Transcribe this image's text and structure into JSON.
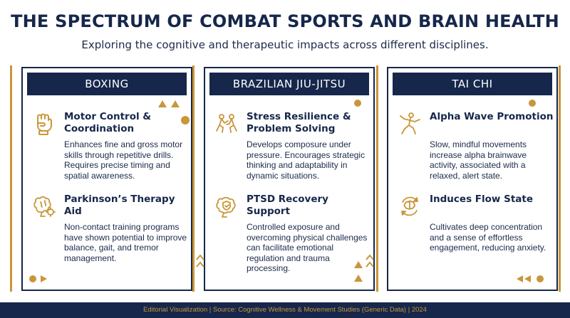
{
  "header": {
    "title": "THE SPECTRUM OF COMBAT SPORTS AND BRAIN HEALTH",
    "subtitle": "Exploring the cognitive and therapeutic impacts across different disciplines."
  },
  "cards": [
    {
      "title": "BOXING",
      "items": [
        {
          "icon": "fist-icon",
          "heading": "Motor Control & Coordination",
          "body": "Enhances fine and gross motor skills through repetitive drills. Requires precise timing and spatial awareness."
        },
        {
          "icon": "brain-gear-icon",
          "heading": "Parkinson’s Therapy Aid",
          "body": "Non-contact training programs have shown potential to improve balance, gait, and tremor management."
        }
      ]
    },
    {
      "title": "BRAZILIAN JIU-JITSU",
      "items": [
        {
          "icon": "grappling-icon",
          "heading": "Stress Resilience & Problem Solving",
          "body": "Develops composure under pressure. Encourages strategic thinking and adaptability in dynamic situations."
        },
        {
          "icon": "brain-shield-icon",
          "heading": "PTSD Recovery Support",
          "body": "Controlled exposure and overcoming physical challenges can facilitate emotional regulation and trauma processing."
        }
      ]
    },
    {
      "title": "TAI CHI",
      "items": [
        {
          "icon": "tai-chi-figure-icon",
          "heading": "Alpha Wave Promotion",
          "body": "Slow, mindful movements increase alpha brainwave activity, associated with a relaxed, alert state."
        },
        {
          "icon": "brain-cycle-icon",
          "heading": "Induces Flow State",
          "body": "Cultivates deep concentration and a sense of effortless engagement, reducing anxiety."
        }
      ]
    }
  ],
  "footer": {
    "text": "Editorial Visualization | Source: Cognitive Wellness & Movement Studies (Generic Data) | 2024"
  },
  "colors": {
    "navy": "#16274b",
    "gold": "#c9963a"
  }
}
